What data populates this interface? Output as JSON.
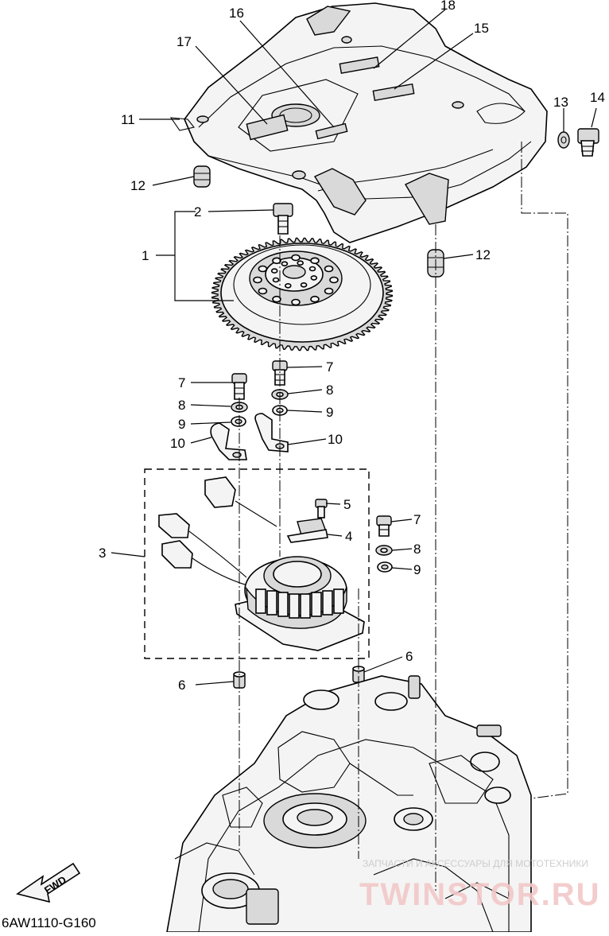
{
  "diagram_code": "6AW1110-G160",
  "fwd_label": "FWD",
  "watermark": {
    "line1": "ЗАПЧАСТИ И АКСЕССУАРЫ ДЛЯ МОТОТЕХНИКИ",
    "line2": "TWINSTOR.RU"
  },
  "callouts": {
    "c1": "1",
    "c2": "2",
    "c3": "3",
    "c4": "4",
    "c5": "5",
    "c6a": "6",
    "c6b": "6",
    "c7a": "7",
    "c7b": "7",
    "c7c": "7",
    "c8a": "8",
    "c8b": "8",
    "c8c": "8",
    "c9a": "9",
    "c9b": "9",
    "c9c": "9",
    "c10a": "10",
    "c10b": "10",
    "c11": "11",
    "c12a": "12",
    "c12b": "12",
    "c13": "13",
    "c14": "14",
    "c15": "15",
    "c16": "16",
    "c17": "17",
    "c18": "18"
  }
}
